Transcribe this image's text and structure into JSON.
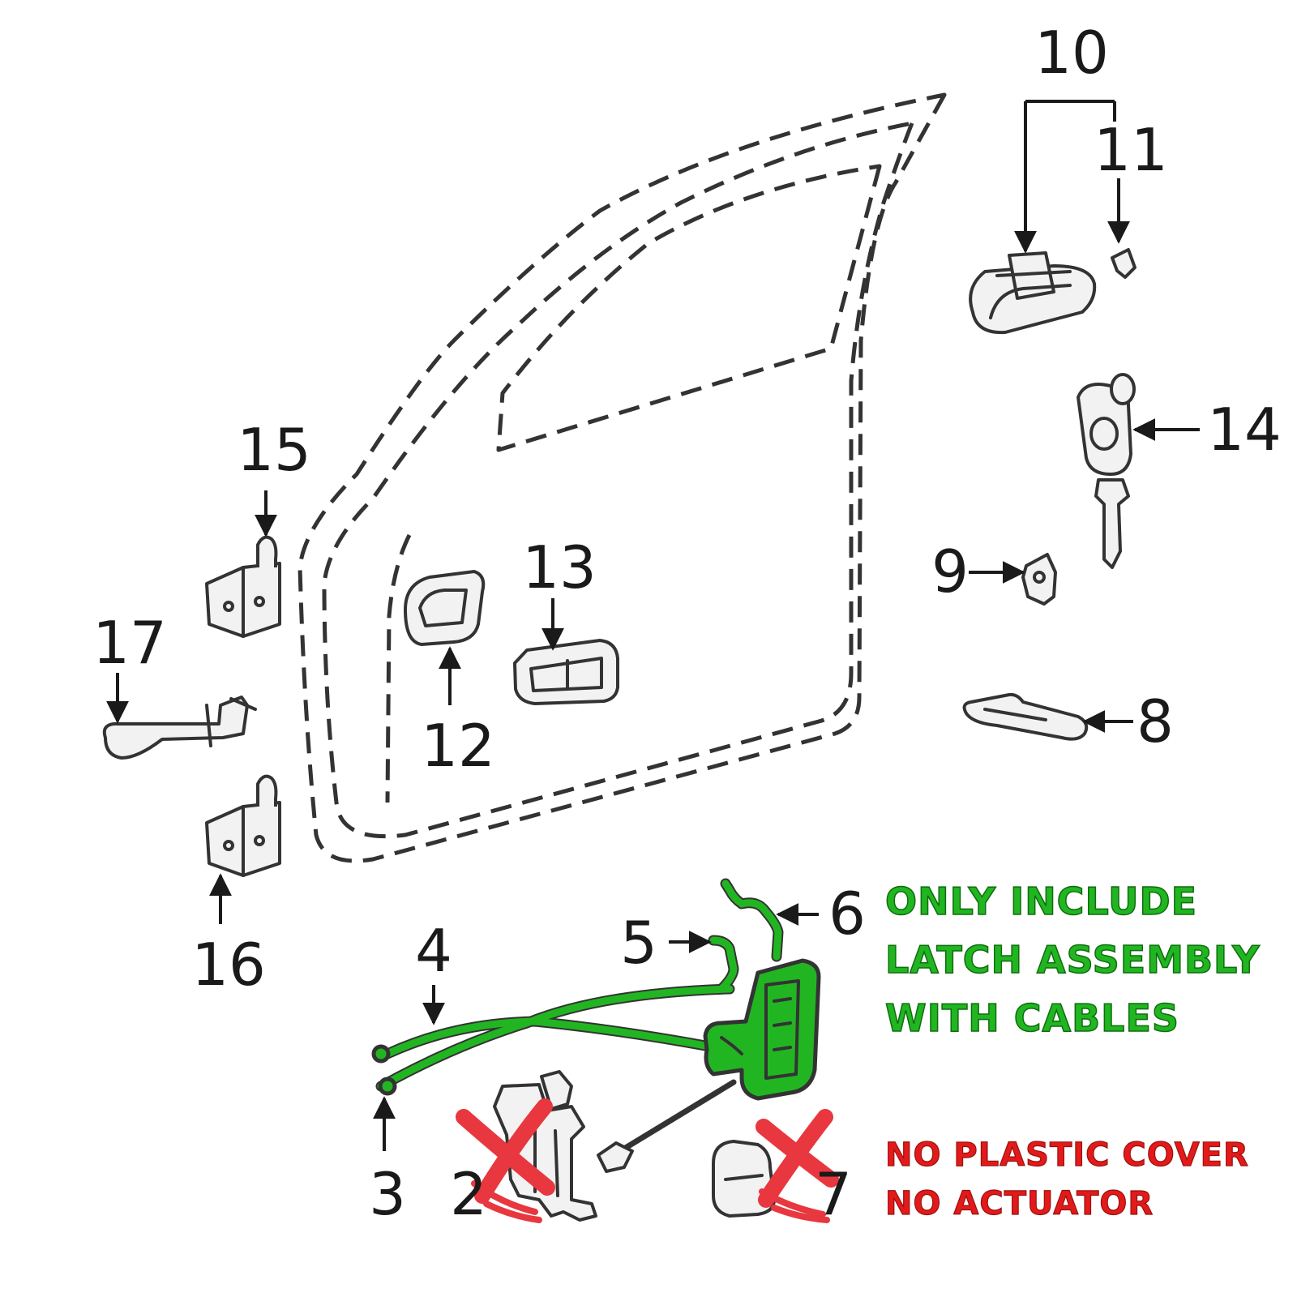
{
  "colors": {
    "include_green": "#22b522",
    "exclude_red": "#e21a1a",
    "x_mark": "#e8373f",
    "line": "#333333"
  },
  "callouts": [
    {
      "id": "1",
      "text": "10"
    },
    {
      "id": "2",
      "text": "11"
    },
    {
      "id": "3",
      "text": "14"
    },
    {
      "id": "4",
      "text": "15"
    },
    {
      "id": "5",
      "text": "13"
    },
    {
      "id": "6",
      "text": "9"
    },
    {
      "id": "7",
      "text": "17"
    },
    {
      "id": "8",
      "text": "12"
    },
    {
      "id": "9",
      "text": "8"
    },
    {
      "id": "10",
      "text": "16"
    },
    {
      "id": "11",
      "text": "6"
    },
    {
      "id": "12",
      "text": "5"
    },
    {
      "id": "13",
      "text": "4"
    },
    {
      "id": "14",
      "text": "3"
    },
    {
      "id": "15",
      "text": "2"
    },
    {
      "id": "16",
      "text": "7"
    }
  ],
  "notes": {
    "include_lines": [
      "ONLY INCLUDE",
      "LATCH ASSEMBLY",
      "WITH CABLES"
    ],
    "exclude_lines": [
      "NO PLASTIC COVER",
      "NO ACTUATOR"
    ]
  },
  "icons": {
    "excluded_mark": "x-mark-icon",
    "arrow": "arrow-icon"
  }
}
